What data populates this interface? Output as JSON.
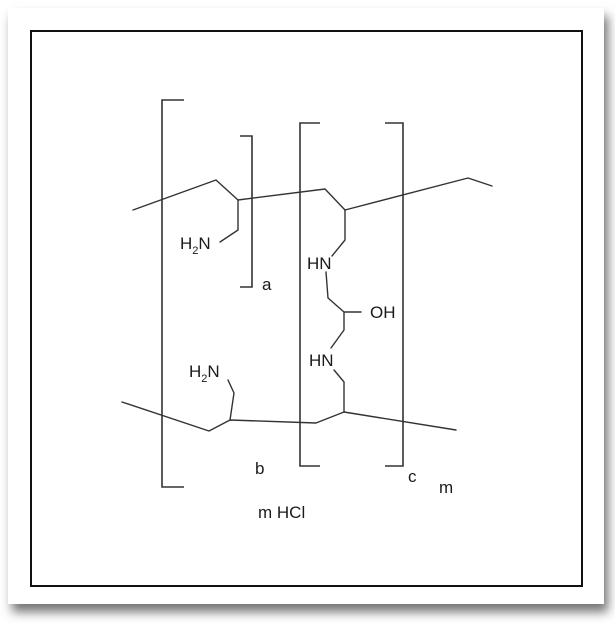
{
  "diagram": {
    "labels": {
      "amine_top_left": {
        "main": "H",
        "sub": "2",
        "tail": "N"
      },
      "amine_bottom_left": {
        "main": "H",
        "sub": "2",
        "tail": "N"
      },
      "nh_upper": "HN",
      "nh_lower": "HN",
      "hydroxyl": "OH",
      "subscript_a": "a",
      "subscript_b": "b",
      "subscript_c": "c",
      "subscript_m": "m",
      "salt": "m HCl"
    }
  }
}
